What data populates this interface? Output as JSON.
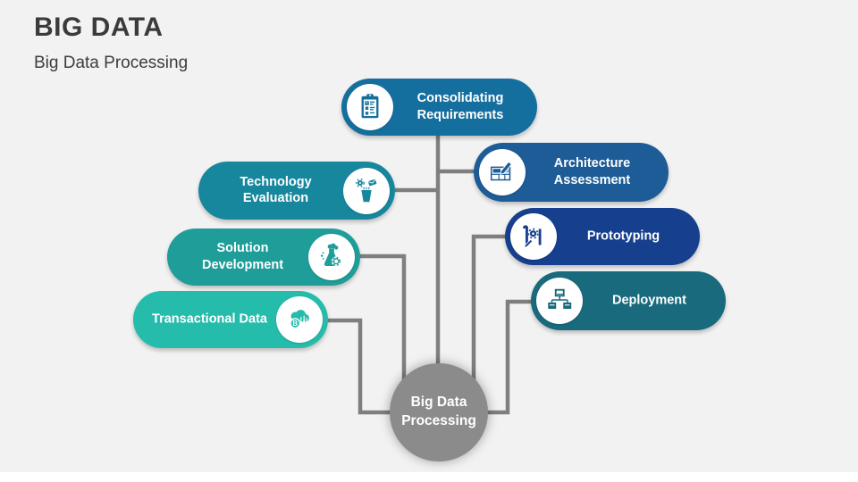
{
  "slide": {
    "title": "BIG DATA",
    "subtitle": "Big Data Processing",
    "background_color": "#f2f2f2",
    "title_color": "#3b3b3b"
  },
  "center": {
    "label": "Big Data Processing",
    "color": "#8b8b8b"
  },
  "connector_color": "#7f7f7f",
  "nodes": [
    {
      "id": "consolidating-requirements",
      "label": "Consolidating Requirements",
      "color": "#156f9e",
      "icon": "clipboard-checklist-icon",
      "icon_side": "left"
    },
    {
      "id": "technology-evaluation",
      "label": "Technology Evaluation",
      "color": "#17879d",
      "icon": "funnel-collect-icon",
      "icon_side": "right"
    },
    {
      "id": "architecture-assessment",
      "label": "Architecture Assessment",
      "color": "#1d5c97",
      "icon": "blueprint-pencil-icon",
      "icon_side": "left"
    },
    {
      "id": "solution-development",
      "label": "Solution Development",
      "color": "#1e9d99",
      "icon": "flask-gear-icon",
      "icon_side": "right"
    },
    {
      "id": "prototyping",
      "label": "Prototyping",
      "color": "#163f8d",
      "icon": "scroll-gear-pencil-icon",
      "icon_side": "left"
    },
    {
      "id": "transactional-data",
      "label": "Transactional Data",
      "color": "#26bcab",
      "icon": "cloud-bitcoin-icon",
      "icon_side": "right"
    },
    {
      "id": "deployment",
      "label": "Deployment",
      "color": "#186a7c",
      "icon": "network-tree-icon",
      "icon_side": "left"
    }
  ]
}
